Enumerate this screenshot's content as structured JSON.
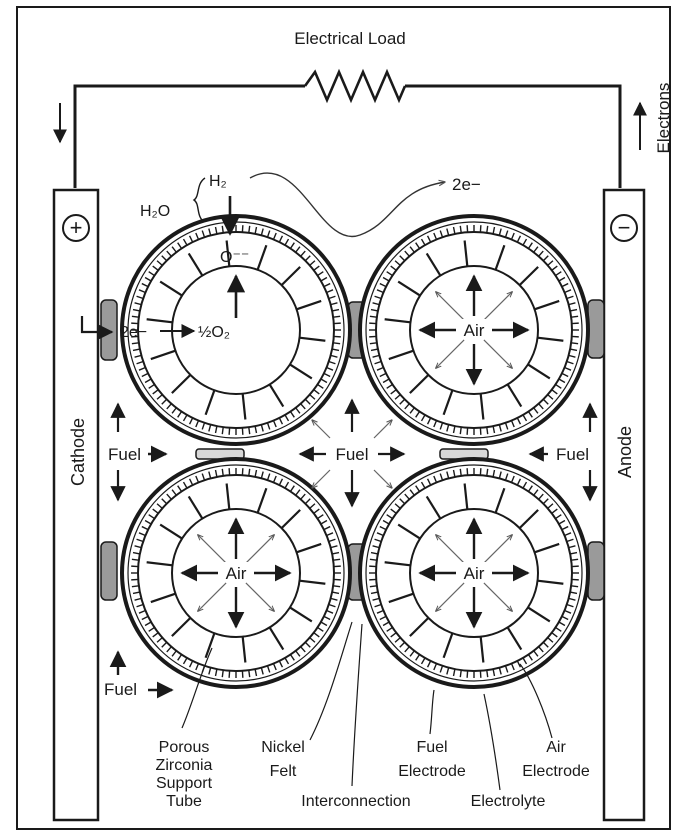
{
  "title": "Electrical Load",
  "side_label": "Electrons",
  "electron_label": "2e−",
  "terminals": {
    "positive_symbol": "+",
    "negative_symbol": "−",
    "cathode": "Cathode",
    "anode": "Anode"
  },
  "reaction": {
    "water": "H₂O",
    "hydrogen": "H₂",
    "oxide_ion": "O⁻⁻",
    "electrons": "2e−",
    "oxygen": "½O₂"
  },
  "cells": {
    "air": "Air"
  },
  "fuel": {
    "left": "Fuel",
    "center": "Fuel",
    "right": "Fuel",
    "bottom": "Fuel"
  },
  "callouts": {
    "support_tube": [
      "Porous",
      "Zirconia",
      "Support",
      "Tube"
    ],
    "nickel_felt": [
      "Nickel",
      "Felt"
    ],
    "fuel_electrode": [
      "Fuel",
      "Electrode"
    ],
    "air_electrode": [
      "Air",
      "Electrode"
    ],
    "interconnection": "Interconnection",
    "electrolyte": "Electrolyte"
  }
}
